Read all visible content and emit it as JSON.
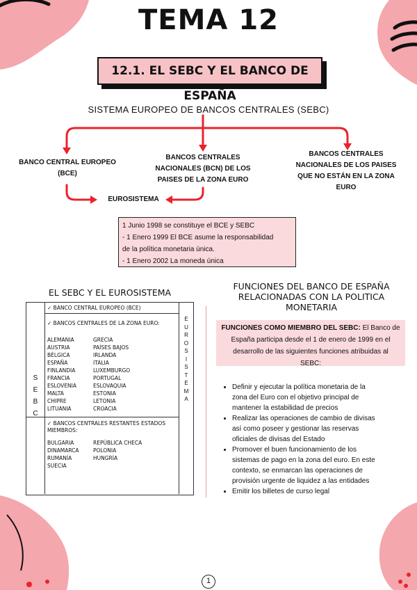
{
  "title": "TEMA 12",
  "section_title": "12.1. EL SEBC Y EL BANCO DE ESPAÑA",
  "diagram": {
    "root": "SISTEMA EUROPEO DE BANCOS CENTRALES (SEBC)",
    "bce": [
      "BANCO CENTRAL EUROPEO",
      "(BCE)"
    ],
    "bcn": [
      "BANCOS CENTRALES",
      "NACIONALES (BCN) DE LOS",
      "PAISES DE LA ZONA EURO"
    ],
    "others": [
      "BANCOS CENTRALES",
      "NACIONALES DE LOS PAISES",
      "QUE NO ESTÁN EN LA ZONA",
      "EURO"
    ],
    "eurosistema": "EUROSISTEMA"
  },
  "notes": [
    " 1 Junio 1998 se constituye el BCE y SEBC",
    "- 1 Enero 1999 El BCE asume la responsabilidad",
    "de la política monetaria única.",
    "- 1 Enero 2002 La moneda única"
  ],
  "left_section": {
    "heading": "EL SEBC Y EL EUROSISTEMA",
    "sebc_letters": [
      "S",
      "E",
      "B",
      "C"
    ],
    "eurosistema_letters": [
      "E",
      "U",
      "R",
      "O",
      "S",
      "I",
      "S",
      "T",
      "E",
      "M",
      "A"
    ],
    "bce_row": "✓  BANCO CENTRAL EUROPEO (BCE)",
    "zone_header": "✓  BANCOS CENTRALES DE LA ZONA EURO:",
    "zone_countries": [
      [
        "ALEMANIA",
        "GRECIA"
      ],
      [
        "AUSTRIA",
        "PAÍSES BAJOS"
      ],
      [
        "BÉLGICA",
        "IRLANDA"
      ],
      [
        "ESPAÑA",
        "ITALIA"
      ],
      [
        "FINLANDIA",
        "LUXEMBURGO"
      ],
      [
        "FRANCIA",
        "PORTUGAL"
      ],
      [
        "ESLOVENIA",
        "ESLOVAQUIA"
      ],
      [
        "MALTA",
        "ESTONIA"
      ],
      [
        "CHIPRE",
        "LETONIA"
      ],
      [
        "LITUANIA",
        "CROACIA"
      ]
    ],
    "rest_header_1": "✓  BANCOS CENTRALES RESTANTES ESTADOS",
    "rest_header_2": "MIEMBROS:",
    "rest_countries": [
      [
        "BULGARIA",
        "REPÚBLICA CHECA"
      ],
      [
        "DINAMARCA",
        "POLONIA"
      ],
      [
        "RUMANÍA",
        "HUNGRÍA"
      ],
      [
        "SUECIA",
        ""
      ]
    ]
  },
  "right_section": {
    "heading_1": "FUNCIONES DEL BANCO DE ESPAÑA",
    "heading_2": "RELACIONADAS CON LA POLITICA MONETARIA",
    "member_label": "FUNCIONES COMO MIEMBRO DEL SEBC:",
    "member_lines": [
      " El Banco de",
      "España participa desde el 1 de enero de 1999 en el",
      "desarrollo de las siguientes funciones atribuidas al",
      "SEBC:"
    ],
    "bullets": [
      [
        "Definir y ejecutar la política monetaria de la",
        "zona del Euro con el objetivo principal de",
        "mantener la estabilidad de precios"
      ],
      [
        "Realizar las operaciones de cambio de divisas",
        "así como poseer y gestionar las reservas",
        "oficiales de divisas del Estado"
      ],
      [
        "Promover el buen funcionamiento de los",
        "sistemas de pago en la zona del euro. En este",
        "contexto, se enmarcan las operaciones de",
        "provisión urgente de liquidez a las entidades"
      ],
      [
        "Emitir los billetes de curso legal"
      ]
    ]
  },
  "page_number": "1",
  "colors": {
    "accent_red": "#e8242c",
    "pink_fill": "#fadadd",
    "blob_pink": "#f4a7ad"
  }
}
